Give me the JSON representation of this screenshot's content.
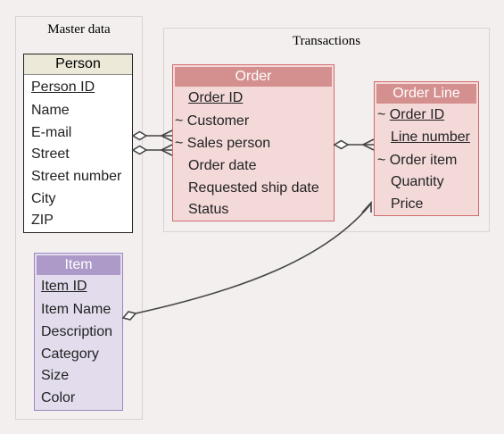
{
  "groups": {
    "master": {
      "title": "Master data"
    },
    "transactions": {
      "title": "Transactions"
    }
  },
  "person": {
    "name": "Person",
    "fields": [
      "Person ID",
      "Name",
      "E-mail",
      "Street",
      "Street number",
      "City",
      "ZIP"
    ]
  },
  "order": {
    "name": "Order",
    "fields": [
      "Order ID",
      "~ Customer",
      "~ Sales person",
      "Order date",
      "Requested ship date",
      "Status"
    ]
  },
  "order_line": {
    "name": "Order Line",
    "fields": [
      "~ Order ID",
      "Line number",
      "~ Order item",
      "Quantity",
      "Price"
    ]
  },
  "item": {
    "name": "Item",
    "fields": [
      "Item ID",
      "Item Name",
      "Description",
      "Category",
      "Size",
      "Color"
    ]
  },
  "colors": {
    "line": "#444444",
    "order_border": "#d26b6b",
    "item_border": "#9c86c2"
  }
}
